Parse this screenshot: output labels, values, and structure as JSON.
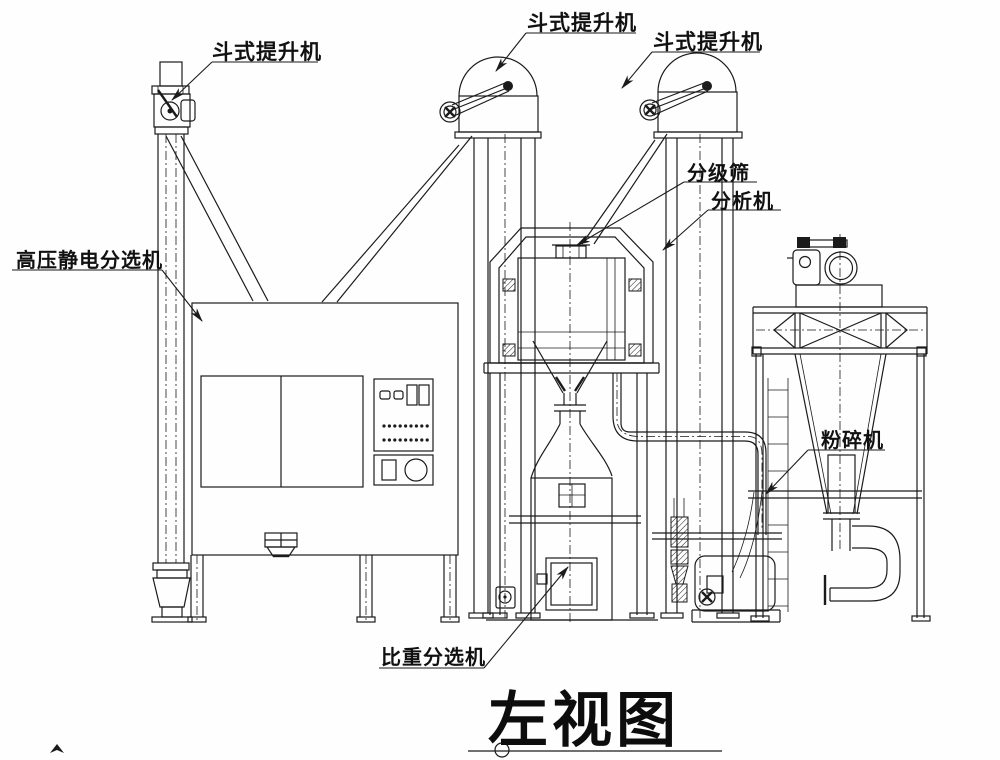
{
  "drawing": {
    "title": "左视图",
    "labels": {
      "elevator_left": "斗式提升机",
      "elevator_middle": "斗式提升机",
      "elevator_right": "斗式提升机",
      "classifier_screen": "分级筛",
      "analyzer": "分析机",
      "electrostatic_separator": "高压静电分选机",
      "crusher": "粉碎机",
      "gravity_separator": "比重分选机"
    },
    "colors": {
      "line": "#1b1b1b",
      "background": "#fefefe"
    }
  }
}
